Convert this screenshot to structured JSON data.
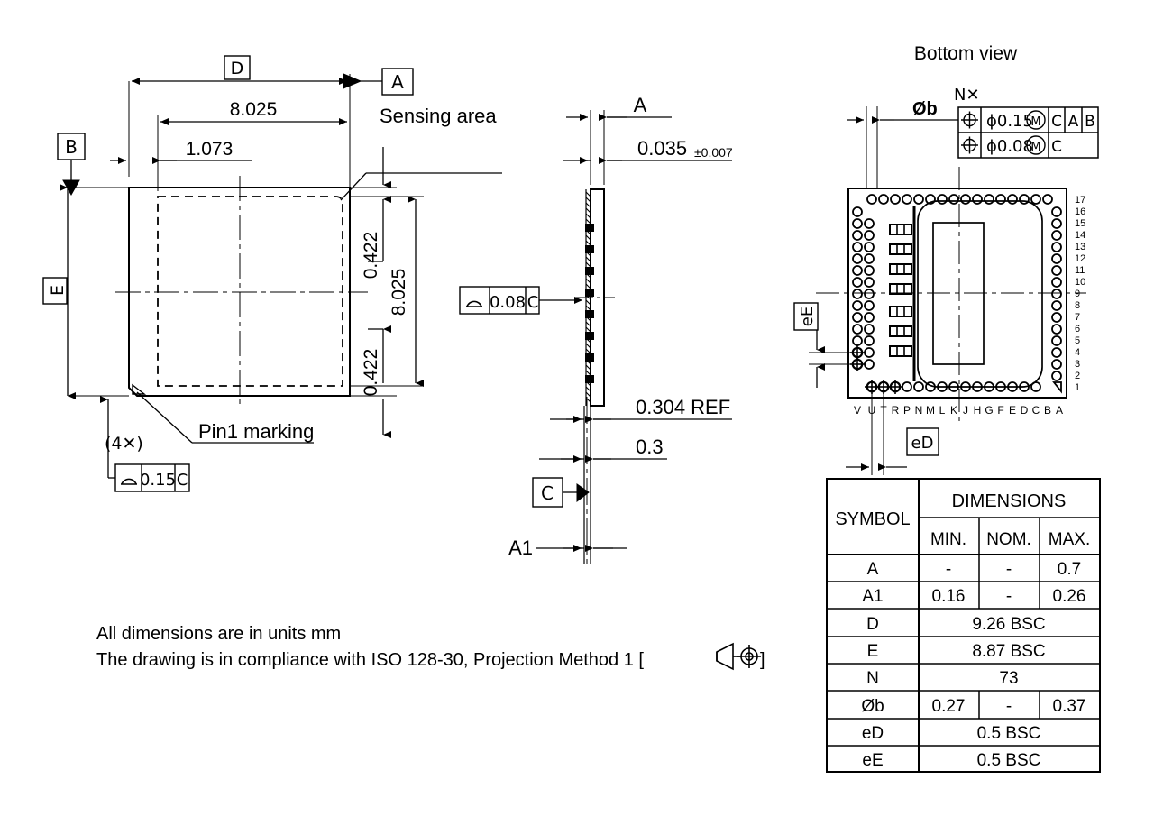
{
  "drawing": {
    "title_bottom_view": "Bottom view",
    "notes": [
      "All dimensions are in units mm",
      "The drawing is in compliance with ISO 128-30, Projection Method 1 [",
      "]"
    ]
  },
  "top_view": {
    "datum_a": "A",
    "datum_b": "B",
    "dim_D": "D",
    "dim_E": "E",
    "width_overall": "8.025",
    "offset_left": "1.073",
    "height_overall": "8.025",
    "offset_top": "0.422",
    "offset_bottom": "0.422",
    "callout_sensing_area": "Sensing area",
    "callout_pin1": "Pin1 marking",
    "qty_note": "(4✕)",
    "fcf_flatness_symbol": "flatness-icon",
    "fcf_flatness_value": "0.15",
    "fcf_flatness_datum": "C"
  },
  "side_view": {
    "dim_A": "A",
    "dim_thickness": "0.035",
    "dim_thickness_tol": "±0.007",
    "dim_ref": "0.304 REF",
    "dim_pitch": "0.3",
    "dim_A1": "A1",
    "datum_C": "C",
    "fcf_flatness_symbol": "flatness-icon",
    "fcf_flatness_value": "0.08",
    "fcf_flatness_datum": "C"
  },
  "bottom_view": {
    "ball_count_label": "N✕",
    "dim_ball_dia": "Øb",
    "dim_eD": "eD",
    "dim_eE": "eE",
    "fcf_rows": [
      {
        "symbol": "position-icon",
        "tolerance": "ϕ0.15",
        "modifier": "M",
        "datums": [
          "C",
          "A",
          "B"
        ]
      },
      {
        "symbol": "position-icon",
        "tolerance": "ϕ0.08",
        "modifier": "M",
        "datums": [
          "C"
        ]
      }
    ],
    "column_labels": [
      "V",
      "U",
      "T",
      "R",
      "P",
      "N",
      "M",
      "L",
      "K",
      "J",
      "H",
      "G",
      "F",
      "E",
      "D",
      "C",
      "B",
      "A"
    ],
    "row_labels": [
      "17",
      "16",
      "15",
      "14",
      "13",
      "12",
      "11",
      "10",
      "9",
      "8",
      "7",
      "6",
      "5",
      "4",
      "3",
      "2",
      "1"
    ]
  },
  "dimensions_table": {
    "header_symbol": "SYMBOL",
    "header_dimensions": "DIMENSIONS",
    "header_min": "MIN.",
    "header_nom": "NOM.",
    "header_max": "MAX.",
    "rows": [
      {
        "symbol": "A",
        "span": false,
        "min": "-",
        "nom": "-",
        "max": "0.7"
      },
      {
        "symbol": "A1",
        "span": false,
        "min": "0.16",
        "nom": "-",
        "max": "0.26"
      },
      {
        "symbol": "D",
        "span": true,
        "value": "9.26 BSC"
      },
      {
        "symbol": "E",
        "span": true,
        "value": "8.87 BSC"
      },
      {
        "symbol": "N",
        "span": true,
        "value": "73"
      },
      {
        "symbol": "Øb",
        "span": false,
        "min": "0.27",
        "nom": "-",
        "max": "0.37"
      },
      {
        "symbol": "eD",
        "span": true,
        "value": "0.5 BSC"
      },
      {
        "symbol": "eE",
        "span": true,
        "value": "0.5 BSC"
      }
    ]
  },
  "colors": {
    "line": "#000000",
    "background": "#ffffff"
  }
}
